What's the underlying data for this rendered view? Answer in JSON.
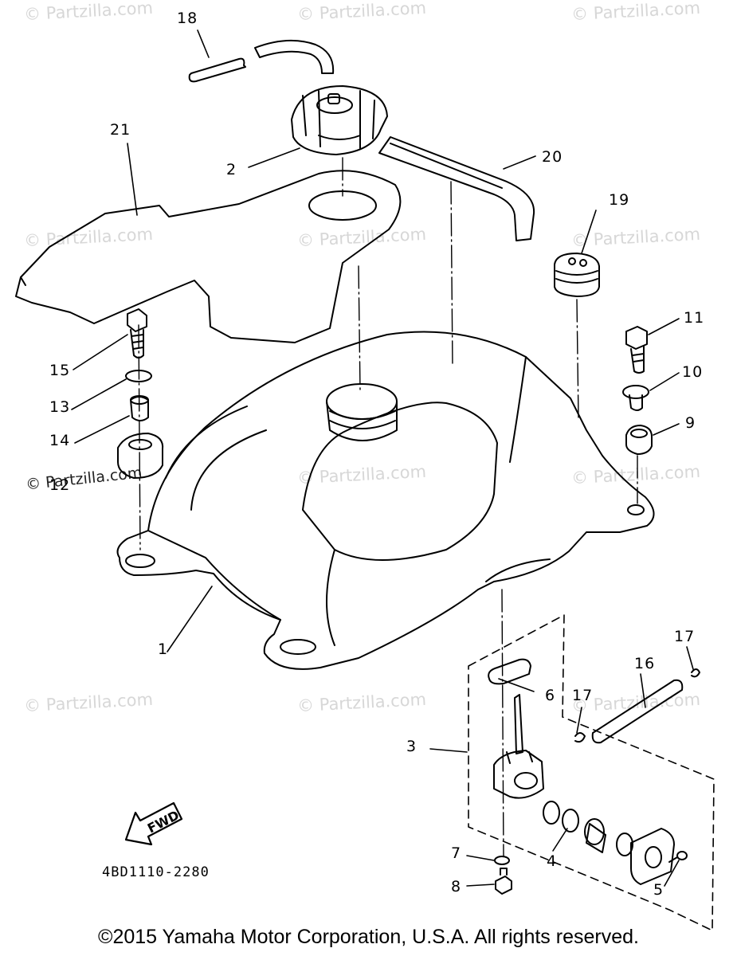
{
  "watermarks": [
    "© Partzilla.com",
    "© Partzilla.com",
    "© Partzilla.com",
    "© Partzilla.com",
    "© Partzilla.com",
    "© Partzilla.com",
    "© Partzilla.com",
    "© Partzilla.com",
    "© Partzilla.com",
    "© Partzilla.com",
    "© Partzilla.com",
    "© Partzilla.com"
  ],
  "callouts": {
    "c1": "1",
    "c2": "2",
    "c3": "3",
    "c4": "4",
    "c5": "5",
    "c6": "6",
    "c7": "7",
    "c8": "8",
    "c9": "9",
    "c10": "10",
    "c11": "11",
    "c12": "12",
    "c13": "13",
    "c14": "14",
    "c15": "15",
    "c16": "16",
    "c17a": "17",
    "c17b": "17",
    "c18": "18",
    "c19": "19",
    "c20": "20",
    "c21": "21"
  },
  "fwd_label": "FWD",
  "diagram_code": "4BD1110-2280",
  "copyright": "©2015  Yamaha Motor Corporation, U.S.A. All rights reserved.",
  "colors": {
    "line": "#000000",
    "watermark": "#d7d7d7",
    "background": "#ffffff"
  }
}
